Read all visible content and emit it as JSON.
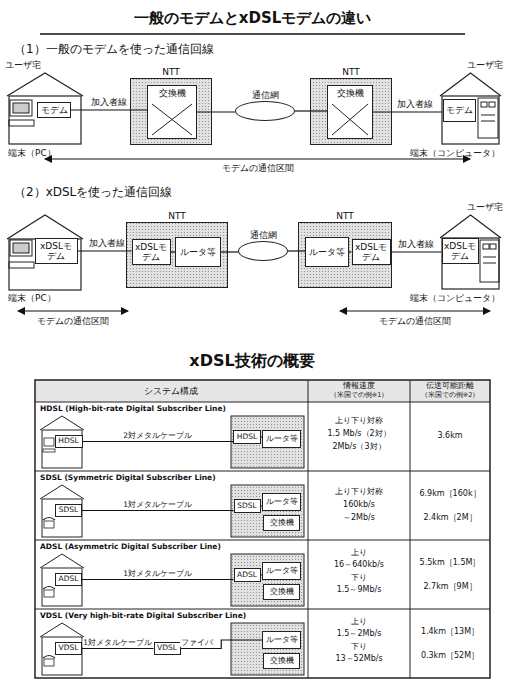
{
  "diagram": {
    "title": "一般のモデムとxDSLモデムの違い",
    "nodes": [
      {
        "text": [
          "ユーザ宅"
        ]
      },
      {
        "text": [
          "モデム"
        ],
        "in": 0
      },
      {
        "text": [
          "NTT"
        ]
      },
      {
        "text": [
          "交換機"
        ],
        "in": 2
      },
      {
        "text": [
          "通信網"
        ]
      },
      {
        "text": [
          "NTT"
        ]
      },
      {
        "text": [
          "交換機"
        ],
        "in": 5
      },
      {
        "text": [
          "ユーザ宅"
        ]
      },
      {
        "text": [
          "モデム"
        ],
        "in": 7
      },
      {
        "text": [
          "xDSLモデム"
        ]
      },
      {
        "text": [
          "NTT"
        ]
      },
      {
        "text": [
          "xDSLモデム"
        ],
        "in": 10
      },
      {
        "text": [
          "ルータ等"
        ],
        "in": 10
      },
      {
        "text": [
          "通信網"
        ]
      },
      {
        "text": [
          "NTT"
        ]
      },
      {
        "text": [
          "ルータ等"
        ],
        "in": 14
      },
      {
        "text": [
          "xDSLモデム"
        ],
        "in": 14
      },
      {
        "text": [
          "ユーザ宅"
        ]
      },
      {
        "text": [
          "xDSLモデム"
        ],
        "in": 17
      },
      {
        "text": [
          "HDSL"
        ]
      },
      {
        "text": [
          "HDSL"
        ]
      },
      {
        "text": [
          "ルータ等"
        ]
      },
      {
        "text": [
          "SDSL"
        ]
      },
      {
        "text": [
          "SDSL"
        ]
      },
      {
        "text": [
          "ルータ等"
        ]
      },
      {
        "text": [
          "交換機"
        ]
      },
      {
        "text": [
          "ADSL"
        ]
      },
      {
        "text": [
          "ADSL"
        ]
      },
      {
        "text": [
          "ルータ等"
        ]
      },
      {
        "text": [
          "交換機"
        ]
      },
      {
        "text": [
          "VDSL"
        ]
      },
      {
        "text": [
          "VDSL"
        ]
      },
      {
        "text": [
          "ルータ等"
        ]
      },
      {
        "text": [
          "交換機"
        ]
      }
    ],
    "edges": [
      {
        "from": 1,
        "to": 3,
        "arrow": "none",
        "label": "加入者線"
      },
      {
        "from": 3,
        "to": 4,
        "arrow": "none"
      },
      {
        "from": 4,
        "to": 6,
        "arrow": "none"
      },
      {
        "from": 6,
        "to": 8,
        "arrow": "none",
        "label": "加入者線"
      },
      {
        "from": 9,
        "to": 11,
        "arrow": "none",
        "label": "加入者線"
      },
      {
        "from": 11,
        "to": 12,
        "arrow": "none"
      },
      {
        "from": 12,
        "to": 13,
        "arrow": "none"
      },
      {
        "from": 13,
        "to": 15,
        "arrow": "none"
      },
      {
        "from": 15,
        "to": 16,
        "arrow": "none"
      },
      {
        "from": 16,
        "to": 18,
        "arrow": "none",
        "label": "加入者線"
      },
      {
        "from": 19,
        "to": 20,
        "arrow": "none",
        "label": "2対メタルケーブル"
      },
      {
        "from": 20,
        "to": 21,
        "arrow": "none"
      },
      {
        "from": 22,
        "to": 23,
        "arrow": "none",
        "label": "1対メタルケーブル"
      },
      {
        "from": 23,
        "to": 24,
        "arrow": "none"
      },
      {
        "from": 26,
        "to": 27,
        "arrow": "none",
        "label": "1対メタルケーブル"
      },
      {
        "from": 27,
        "to": 28,
        "arrow": "none"
      },
      {
        "from": 30,
        "to": 31,
        "arrow": "none",
        "label": "1対メタルケーブル"
      },
      {
        "from": 31,
        "to": 32,
        "arrow": "none",
        "label": "ファイバ"
      }
    ],
    "labels": [
      "（1）一般のモデムを使った通信回線",
      "端末（PC）",
      "端末（コンピュータ）",
      "モデムの通信区間",
      "（2）xDSLを使った通信回線",
      "端末（PC）",
      "端末（コンピュータ）",
      "モデムの通信区間",
      "モデムの通信区間",
      "xDSL技術の概要",
      "システム構成",
      "情報速度",
      "（米国での例※1）",
      "伝送可能距離",
      "（米国での例※2）",
      "HDSL (High-bit-rate Digital Subscriber Line)",
      "上り下り対称",
      "1.5 Mb/s（2対）",
      "2Mb/s（3対）",
      "3.6km",
      "SDSL (Symmetric Digital Subscriber Line)",
      "上り下り対称",
      "160kb/s",
      "～2Mb/s",
      "6.9km［160k］",
      "2.4km［2M］",
      "ADSL (Asymmetric Digital Subscriber Line)",
      "上り",
      "16～640kb/s",
      "下り",
      "1.5～9Mb/s",
      "5.5km［1.5M］",
      "2.7km［9M］",
      "VDSL (Very high-bit-rate Digital Subscriber Line)",
      "上り",
      "1.5～2Mb/s",
      "下り",
      "13～52Mb/s",
      "1.4km［13M］",
      "0.3km［52M］"
    ]
  }
}
